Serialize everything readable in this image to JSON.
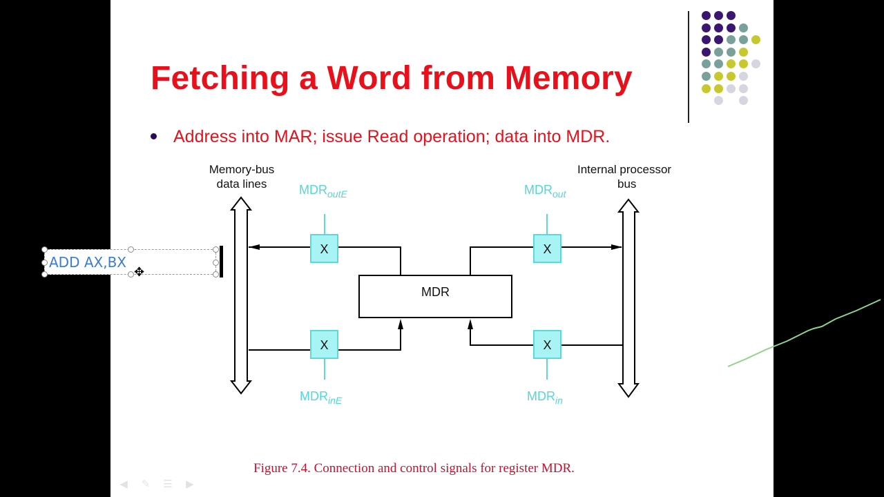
{
  "slide": {
    "title": "Fetching a Word from Memory",
    "bullet": "Address into MAR; issue Read operation; data into MDR.",
    "caption": "Figure 7.4.  Connection and control signals for register MDR.",
    "colors": {
      "title": "#e8101a",
      "caption": "#c8102e",
      "switch_fill": "#a8f4f4",
      "switch_border": "#5ad8dc",
      "control_text": "#4fd8dc"
    }
  },
  "diagram": {
    "left_bus_label_line1": "Memory-bus",
    "left_bus_label_line2": "data lines",
    "right_bus_label_line1": "Internal processor",
    "right_bus_label_line2": "bus",
    "register_label": "MDR",
    "switch_symbol": "X",
    "controls": [
      {
        "base": "MDR",
        "sub": "outE"
      },
      {
        "base": "MDR",
        "sub": "out"
      },
      {
        "base": "MDR",
        "sub": "inE"
      },
      {
        "base": "MDR",
        "sub": "in"
      }
    ]
  },
  "textbox": {
    "text": "ADD AX,BX",
    "selected": true
  },
  "decor": {
    "dot_colors": {
      "P": "#3a1670",
      "T": "#7aa09c",
      "Y": "#c6c82e",
      "G": "#d6d6e0"
    },
    "dot_grid": [
      "PPP",
      "PPPT",
      "PPTTY",
      "PTTY",
      "TTYYG",
      "TYYG",
      "YYGG",
      " G G"
    ]
  },
  "nav_icons": [
    "back-arrow-icon",
    "pen-icon",
    "menu-icon",
    "forward-arrow-icon"
  ],
  "ink_stroke_color": "#8fd48a"
}
